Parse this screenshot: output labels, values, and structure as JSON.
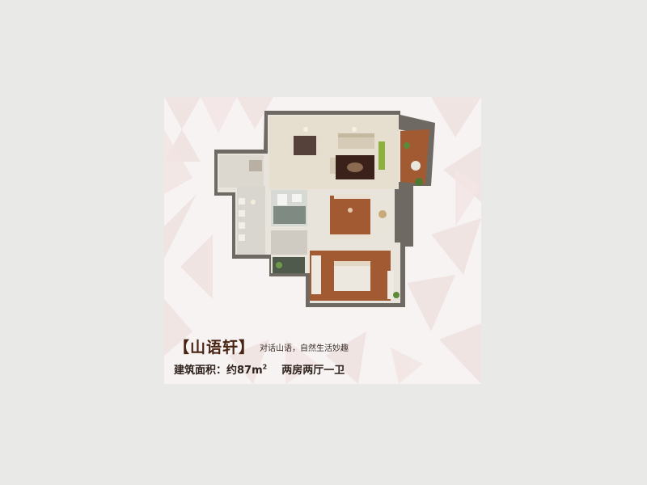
{
  "card": {
    "title": "【山语轩】",
    "slogan": "对话山语，自然生活妙趣",
    "area_label": "建筑面积：约87m",
    "area_superscript": "2",
    "layout_type": "两房两厅一卫"
  },
  "colors": {
    "title": "#4a2412",
    "wood_floor": "#a25a32",
    "wall": "#ecebe6",
    "sofa": "#d6cbb7",
    "rug": "#3a221a",
    "accent_green": "#8db040"
  }
}
